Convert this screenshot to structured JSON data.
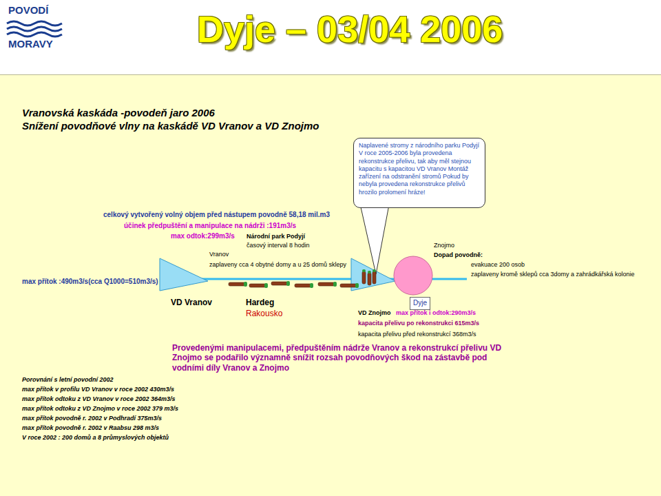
{
  "diagram": {
    "title": "Dyje – 03/04 2006",
    "nodes": [
      {
        "text": [
          "Naplavené stromy z národního parku Podyjí V roce 2005-2006 byla provedena rekonstrukce přelivu, tak aby měl stejnou kapacitu s kapacitou VD Vranov Montáž zařízení na odstranění stromů Pokud by nebyla provedena rekonstrukce přelivů hrozilo prolomení hráze!"
        ]
      },
      {
        "text": [
          "Dyje"
        ]
      }
    ],
    "labels": [
      "POVODÍ",
      "MORAVY",
      "Vranovská kaskáda -povodeň jaro 2006",
      "Snížení povodňové vlny na kaskádě VD Vranov a VD Znojmo",
      "celkový vytvořený volný objem před nástupem povodně 58,18 mil.m3",
      "účinek předpuštění a manipulace na nádrži :191m3/s",
      "max odtok:299m3/s",
      "Národní park Podyjí",
      "časový interval 8 hodin",
      "Vranov",
      "zaplaveny cca 4 obytné domy a u 25 domů sklepy",
      "Znojmo",
      "Dopad povodně:",
      "evakuace 200 osob",
      "zaplaveny kromě sklepů cca 3domy a zahrádkářská kolonie",
      "max přítok :490m3/s(cca Q1000=510m3/s)",
      "VD Vranov",
      "Hardeg",
      "Rakousko",
      "VD Znojmo",
      "max přítok i odtok:290m3/s",
      "kapacita přelivu po rekonstrukci 615m3/s",
      "kapacita přelivu před rekonstrukcí 368m3/s",
      "Provedenými manipulacemi, předpuštěním nádrže Vranov a rekonstrukcí přelivu VD Znojmo se podařilo významně snížit rozsah povodňových škod na zástavbě pod vodními díly Vranov a Znojmo",
      "Porovnání s letní povodní 2002",
      "max přítok v profilu VD Vranov v roce 2002 430m3/s",
      "max přítok odtoku z VD Vranov v roce 2002 364m3/s",
      "max přítok odtoku z VD Znojmo v roce 2002 379 m3/s",
      "max přítok povodně r. 2002 v Podhradí 375m3/s",
      "max přítok povodně r. 2002 v Raabsu 298 m3/s",
      "V roce 2002 : 200 domů a 8 průmyslových objektů"
    ]
  }
}
